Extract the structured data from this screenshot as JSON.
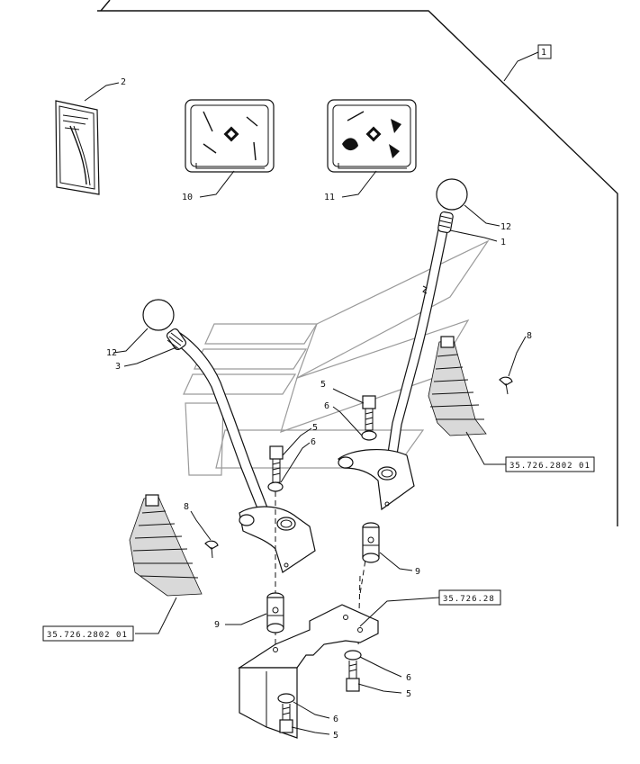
{
  "callouts": {
    "assembly": "1",
    "decal_manual": "2",
    "decal_left_pattern": "10",
    "decal_right_pattern": "11",
    "knob_left": "12",
    "lever_left": "3",
    "knob_right": "12",
    "lever_right": "1",
    "boot_right_screw": "8",
    "boot_left_screw": "8",
    "washer_a": "6",
    "bolt_a": "5",
    "washer_b": "6",
    "bolt_b": "5",
    "joint_left": "9",
    "joint_right": "9",
    "washer_c": "6",
    "bolt_c": "5",
    "washer_d": "6",
    "bolt_d": "5"
  },
  "references": {
    "boot_right": "35.726.2802 01",
    "boot_left": "35.726.2802 01",
    "base_bracket": "35.726.28"
  }
}
